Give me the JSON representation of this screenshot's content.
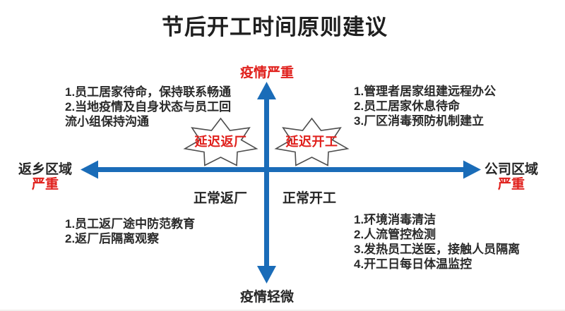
{
  "title": "节后开工时间原则建议",
  "colors": {
    "axis_blue": "#1a6cb8",
    "highlight_red": "#e0201c",
    "text_dark": "#262626",
    "star_outline": "#4d4d4d",
    "star_fill": "#ffffff"
  },
  "axes": {
    "top_label": "疫情严重",
    "bottom_label": "疫情轻微",
    "left_label": "返乡区域",
    "left_sublabel": "严重",
    "right_label": "公司区域",
    "right_sublabel": "严重"
  },
  "stars": {
    "left_label": "延迟返厂",
    "right_label": "延迟开工"
  },
  "normal_labels": {
    "left": "正常返厂",
    "right": "正常开工"
  },
  "quadrants": {
    "top_left": {
      "lines": [
        "1.员工居家待命，保持联系畅通",
        "2.当地疫情及自身状态与员工回流小组保持沟通"
      ]
    },
    "top_right": {
      "lines": [
        "1.管理者居家组建远程办公",
        "2.员工居家休息待命",
        "3.厂区消毒预防机制建立"
      ]
    },
    "bottom_left": {
      "lines": [
        "1.员工返厂途中防范教育",
        "2.返厂后隔离观察"
      ]
    },
    "bottom_right": {
      "lines": [
        "1.环境消毒清洁",
        "2.人流管控检测",
        "3.发热员工送医，接触人员隔离",
        "4.开工日每日体温监控"
      ]
    }
  }
}
